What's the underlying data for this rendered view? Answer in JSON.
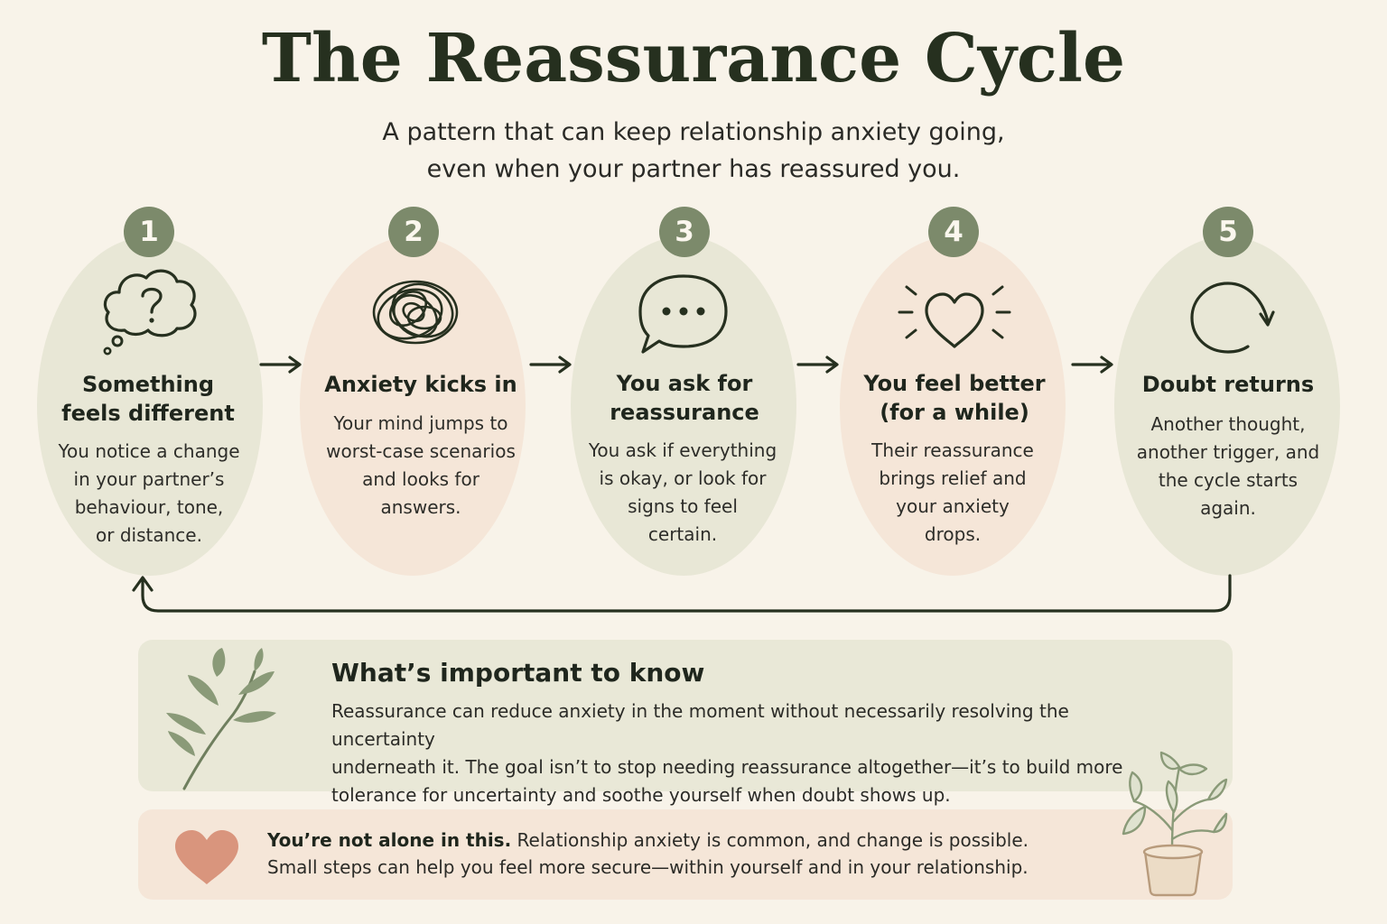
{
  "title": "The Reassurance Cycle",
  "subtitle": {
    "line1": "A pattern that can keep relationship anxiety going,",
    "line2": "even when your partner has reassured you."
  },
  "steps": [
    {
      "number": "1",
      "icon": "thought-cloud-question-icon",
      "title_line1": "Something",
      "title_line2": "feels different",
      "desc": [
        "You notice a change",
        "in your partner’s",
        "behaviour, tone,",
        "or distance."
      ]
    },
    {
      "number": "2",
      "icon": "tangled-scribble-icon",
      "title_line1": "Anxiety kicks in",
      "title_line2": "",
      "desc": [
        "Your mind jumps to",
        "worst-case scenarios",
        "and looks for",
        "answers."
      ]
    },
    {
      "number": "3",
      "icon": "speech-bubble-icon",
      "title_line1": "You ask for",
      "title_line2": "reassurance",
      "desc": [
        "You ask if everything",
        "is okay, or look for",
        "signs to feel",
        "certain."
      ]
    },
    {
      "number": "4",
      "icon": "heart-glow-icon",
      "title_line1": "You feel better",
      "title_line2": "(for a while)",
      "desc": [
        "Their reassurance",
        "brings relief and",
        "your anxiety",
        "drops."
      ]
    },
    {
      "number": "5",
      "icon": "circular-arrow-icon",
      "title_line1": "Doubt returns",
      "title_line2": "",
      "desc": [
        "Another thought,",
        "another trigger, and",
        "the cycle starts",
        "again."
      ]
    }
  ],
  "info": {
    "title": "What’s important to know",
    "lines": [
      "Reassurance can reduce anxiety in the moment without necessarily resolving the uncertainty",
      "underneath it. The goal isn’t to stop needing reassurance altogether—it’s to build more",
      "tolerance for uncertainty and soothe yourself when doubt shows up."
    ]
  },
  "note": {
    "bold": "You’re not alone in this.",
    "line1_rest": " Relationship anxiety is common, and change is possible.",
    "line2": "Small steps can help you feel more secure—within yourself and in your relationship."
  },
  "colors": {
    "background": "#f8f3e9",
    "oval_green": "#e8e7d6",
    "oval_peach": "#f5e6d8",
    "badge": "#7c8a6b",
    "leaf": "#8a9a78",
    "heart": "#d9957d",
    "ink": "#26301f"
  }
}
